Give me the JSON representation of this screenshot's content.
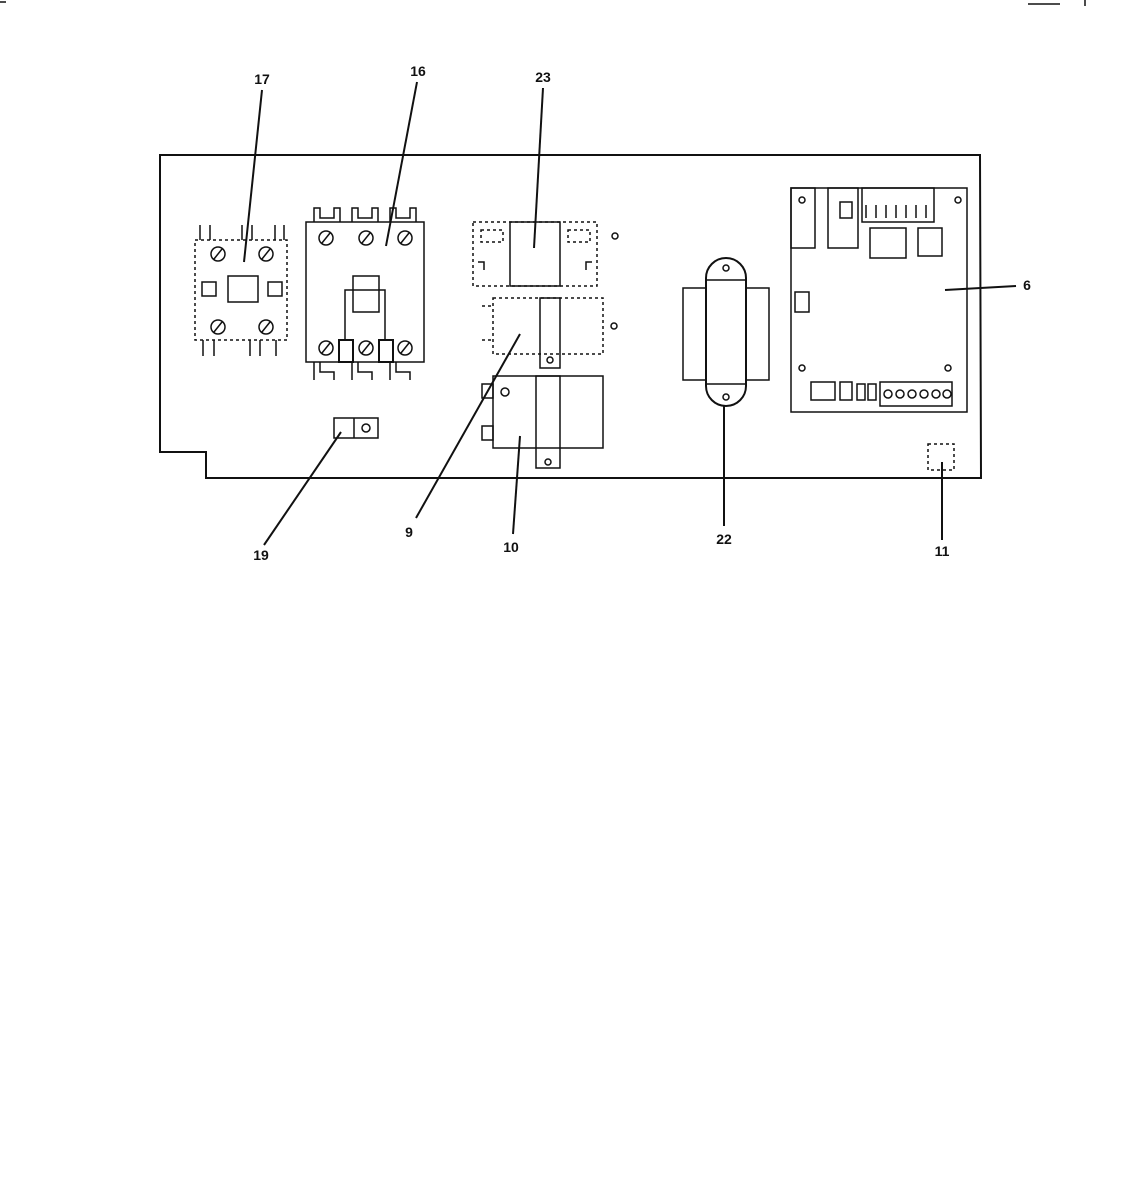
{
  "diagram": {
    "callouts": [
      {
        "id": "17",
        "label": "17"
      },
      {
        "id": "16",
        "label": "16"
      },
      {
        "id": "23",
        "label": "23"
      },
      {
        "id": "6",
        "label": "6"
      },
      {
        "id": "19",
        "label": "19"
      },
      {
        "id": "9",
        "label": "9"
      },
      {
        "id": "10",
        "label": "10"
      },
      {
        "id": "22",
        "label": "22"
      },
      {
        "id": "11",
        "label": "11"
      }
    ]
  }
}
